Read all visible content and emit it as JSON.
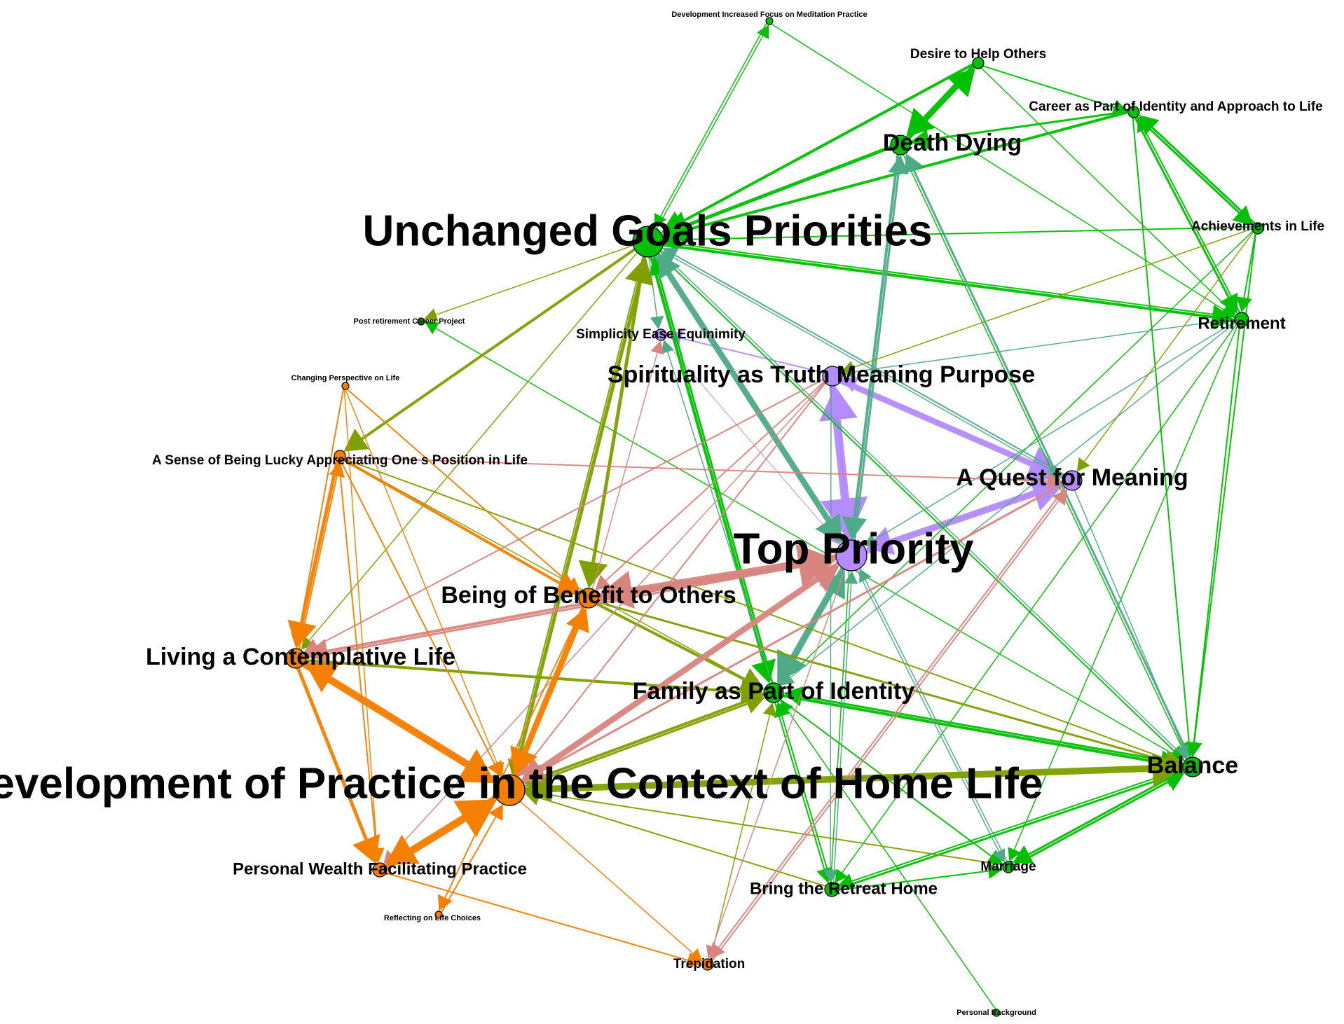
{
  "colors": {
    "green": "#00C000",
    "olive": "#7FA000",
    "teal": "#4FAA88",
    "purple": "#B48CFF",
    "pink": "#D9857F",
    "orange": "#F57F00"
  },
  "nodes": [
    {
      "id": "unchanged",
      "label": "Unchanged Goals Priorities",
      "color": "green",
      "size": "xl"
    },
    {
      "id": "top",
      "label": "Top Priority",
      "color": "purple",
      "size": "xl"
    },
    {
      "id": "devpractice",
      "label": "Development of Practice in the Context of Home Life",
      "color": "orange",
      "size": "xl"
    },
    {
      "id": "death",
      "label": "Death Dying",
      "color": "green",
      "size": "l"
    },
    {
      "id": "desire",
      "label": "Desire to Help Others",
      "color": "green",
      "size": "s"
    },
    {
      "id": "career",
      "label": "Career as Part of Identity and Approach to Life",
      "color": "green",
      "size": "s"
    },
    {
      "id": "achieve",
      "label": "Achievements in Life",
      "color": "green",
      "size": "s"
    },
    {
      "id": "retire",
      "label": "Retirement",
      "color": "green",
      "size": "m"
    },
    {
      "id": "incfocus",
      "label": "Development  Increased Focus on Meditation Practice",
      "color": "green",
      "size": "xs"
    },
    {
      "id": "postret",
      "label": "Post retirement Career Project",
      "color": "green",
      "size": "xs"
    },
    {
      "id": "simplicity",
      "label": "Simplicity  Ease  Equinimity",
      "color": "purple",
      "size": "s"
    },
    {
      "id": "spirit",
      "label": "Spirituality as Truth  Meaning  Purpose",
      "color": "purple",
      "size": "l"
    },
    {
      "id": "quest",
      "label": "A Quest for Meaning",
      "color": "purple",
      "size": "l"
    },
    {
      "id": "changing",
      "label": "Changing Perspective on Life",
      "color": "orange",
      "size": "xs"
    },
    {
      "id": "lucky",
      "label": "A Sense of Being Lucky Appreciating  One s Position in Life",
      "color": "orange",
      "size": "s"
    },
    {
      "id": "benefit",
      "label": "Being of Benefit to Others",
      "color": "orange",
      "size": "l"
    },
    {
      "id": "contemp",
      "label": "Living a Contemplative Life",
      "color": "orange",
      "size": "l"
    },
    {
      "id": "family",
      "label": "Family as Part of Identity",
      "color": "green",
      "size": "l"
    },
    {
      "id": "balance",
      "label": "Balance",
      "color": "green",
      "size": "l"
    },
    {
      "id": "wealth",
      "label": "Personal Wealth Facilitating Practice",
      "color": "orange",
      "size": "m"
    },
    {
      "id": "reflect",
      "label": "Reflecting on Life Choices",
      "color": "orange",
      "size": "xs"
    },
    {
      "id": "retreat",
      "label": "Bring the Retreat Home",
      "color": "green",
      "size": "m"
    },
    {
      "id": "marriage",
      "label": "Marriage",
      "color": "green",
      "size": "s"
    },
    {
      "id": "trep",
      "label": "Trepidation",
      "color": "orange",
      "size": "s"
    },
    {
      "id": "background",
      "label": "Personal Background",
      "color": "green",
      "size": "xs"
    }
  ],
  "edges": [
    [
      "spirit",
      "top",
      "purple",
      9
    ],
    [
      "top",
      "spirit",
      "purple",
      7
    ],
    [
      "spirit",
      "quest",
      "purple",
      7
    ],
    [
      "quest",
      "top",
      "purple",
      5
    ],
    [
      "top",
      "quest",
      "purple",
      6
    ],
    [
      "spirit",
      "simplicity",
      "purple",
      2
    ],
    [
      "simplicity",
      "top",
      "purple",
      1
    ],
    [
      "quest",
      "spirit",
      "purple",
      2
    ],
    [
      "death",
      "unchanged",
      "green",
      5
    ],
    [
      "desire",
      "unchanged",
      "green",
      4
    ],
    [
      "desire",
      "death",
      "green",
      5
    ],
    [
      "death",
      "desire",
      "green",
      5
    ],
    [
      "career",
      "unchanged",
      "green",
      4
    ],
    [
      "career",
      "death",
      "green",
      3
    ],
    [
      "desire",
      "career",
      "green",
      2
    ],
    [
      "career",
      "achieve",
      "green",
      3
    ],
    [
      "achieve",
      "career",
      "green",
      3
    ],
    [
      "career",
      "retire",
      "green",
      3
    ],
    [
      "retire",
      "career",
      "green",
      2
    ],
    [
      "achieve",
      "retire",
      "green",
      2
    ],
    [
      "unchanged",
      "retire",
      "green",
      4
    ],
    [
      "achieve",
      "unchanged",
      "green",
      2
    ],
    [
      "retire",
      "unchanged",
      "green",
      2
    ],
    [
      "incfocus",
      "unchanged",
      "green",
      1.5
    ],
    [
      "unchanged",
      "incfocus",
      "green",
      1.5
    ],
    [
      "incfocus",
      "retire",
      "green",
      1.5
    ],
    [
      "unchanged",
      "family",
      "green",
      4
    ],
    [
      "family",
      "unchanged",
      "green",
      3
    ],
    [
      "unchanged",
      "balance",
      "green",
      2
    ],
    [
      "desire",
      "retire",
      "green",
      1.5
    ],
    [
      "career",
      "balance",
      "green",
      2
    ],
    [
      "achieve",
      "balance",
      "green",
      2
    ],
    [
      "retire",
      "balance",
      "green",
      2
    ],
    [
      "retire",
      "marriage",
      "green",
      1.5
    ],
    [
      "achieve",
      "family",
      "green",
      1.5
    ],
    [
      "family",
      "balance",
      "green",
      4
    ],
    [
      "balance",
      "family",
      "green",
      3
    ],
    [
      "balance",
      "marriage",
      "green",
      3
    ],
    [
      "marriage",
      "balance",
      "green",
      3
    ],
    [
      "retreat",
      "balance",
      "green",
      3
    ],
    [
      "balance",
      "retreat",
      "green",
      2
    ],
    [
      "retreat",
      "marriage",
      "green",
      2
    ],
    [
      "family",
      "retreat",
      "green",
      2
    ],
    [
      "retreat",
      "family",
      "green",
      2
    ],
    [
      "family",
      "marriage",
      "green",
      2
    ],
    [
      "background",
      "family",
      "green",
      1.5
    ],
    [
      "balance",
      "postret",
      "green",
      1.5
    ],
    [
      "retire",
      "retreat",
      "green",
      1.5
    ],
    [
      "death",
      "balance",
      "green",
      1.5
    ],
    [
      "top",
      "retreat",
      "green",
      1.5
    ],
    [
      "death",
      "top",
      "teal",
      4
    ],
    [
      "top",
      "death",
      "teal",
      3
    ],
    [
      "top",
      "family",
      "teal",
      6
    ],
    [
      "family",
      "top",
      "teal",
      5
    ],
    [
      "unchanged",
      "top",
      "teal",
      5
    ],
    [
      "top",
      "unchanged",
      "teal",
      4
    ],
    [
      "quest",
      "unchanged",
      "teal",
      2
    ],
    [
      "unchanged",
      "quest",
      "teal",
      1.5
    ],
    [
      "balance",
      "unchanged",
      "teal",
      1.5
    ],
    [
      "balance",
      "death",
      "teal",
      3
    ],
    [
      "top",
      "marriage",
      "teal",
      1.5
    ],
    [
      "marriage",
      "top",
      "teal",
      1.5
    ],
    [
      "quest",
      "balance",
      "teal",
      1.5
    ],
    [
      "retire",
      "spirit",
      "teal",
      1.5
    ],
    [
      "retire",
      "top",
      "teal",
      1.5
    ],
    [
      "retire",
      "family",
      "teal",
      1.5
    ],
    [
      "retreat",
      "top",
      "teal",
      1.5
    ],
    [
      "spirit",
      "retreat",
      "teal",
      1.5
    ],
    [
      "unchanged",
      "simplicity",
      "teal",
      1.5
    ],
    [
      "family",
      "simplicity",
      "teal",
      1.5
    ],
    [
      "unchanged",
      "lucky",
      "olive",
      4
    ],
    [
      "unchanged",
      "benefit",
      "olive",
      5
    ],
    [
      "devpractice",
      "unchanged",
      "olive",
      5
    ],
    [
      "unchanged",
      "postret",
      "olive",
      1.5
    ],
    [
      "unchanged",
      "contemp",
      "olive",
      1.5
    ],
    [
      "unchanged",
      "devpractice",
      "olive",
      2
    ],
    [
      "contemp",
      "family",
      "olive",
      4
    ],
    [
      "benefit",
      "family",
      "olive",
      4
    ],
    [
      "benefit",
      "balance",
      "olive",
      3
    ],
    [
      "devpractice",
      "balance",
      "olive",
      6
    ],
    [
      "balance",
      "devpractice",
      "olive",
      5
    ],
    [
      "family",
      "devpractice",
      "olive",
      4
    ],
    [
      "devpractice",
      "family",
      "olive",
      3
    ],
    [
      "lucky",
      "balance",
      "olive",
      2
    ],
    [
      "achieve",
      "quest",
      "olive",
      1.5
    ],
    [
      "achieve",
      "spirit",
      "olive",
      1.5
    ],
    [
      "lucky",
      "family",
      "olive",
      1.5
    ],
    [
      "retreat",
      "devpractice",
      "olive",
      2
    ],
    [
      "trep",
      "family",
      "olive",
      1.5
    ],
    [
      "marriage",
      "devpractice",
      "olive",
      2
    ],
    [
      "benefit",
      "top",
      "pink",
      8
    ],
    [
      "top",
      "benefit",
      "pink",
      7
    ],
    [
      "devpractice",
      "top",
      "pink",
      5
    ],
    [
      "top",
      "devpractice",
      "pink",
      4
    ],
    [
      "top",
      "contemp",
      "pink",
      4
    ],
    [
      "contemp",
      "top",
      "pink",
      3
    ],
    [
      "quest",
      "devpractice",
      "pink",
      3
    ],
    [
      "spirit",
      "devpractice",
      "pink",
      2
    ],
    [
      "spirit",
      "contemp",
      "pink",
      2
    ],
    [
      "lucky",
      "quest",
      "pink",
      2
    ],
    [
      "benefit",
      "simplicity",
      "pink",
      1.5
    ],
    [
      "spirit",
      "benefit",
      "pink",
      2
    ],
    [
      "quest",
      "trep",
      "pink",
      2
    ],
    [
      "trep",
      "quest",
      "pink",
      2
    ],
    [
      "top",
      "trep",
      "pink",
      1.5
    ],
    [
      "spirit",
      "wealth",
      "pink",
      1.5
    ],
    [
      "lucky",
      "contemp",
      "orange",
      5
    ],
    [
      "changing",
      "contemp",
      "orange",
      2
    ],
    [
      "changing",
      "benefit",
      "orange",
      2
    ],
    [
      "changing",
      "devpractice",
      "orange",
      1.5
    ],
    [
      "changing",
      "wealth",
      "orange",
      1.5
    ],
    [
      "lucky",
      "benefit",
      "orange",
      4
    ],
    [
      "lucky",
      "wealth",
      "orange",
      2
    ],
    [
      "lucky",
      "devpractice",
      "orange",
      2
    ],
    [
      "benefit",
      "devpractice",
      "orange",
      5
    ],
    [
      "devpractice",
      "benefit",
      "orange",
      4
    ],
    [
      "contemp",
      "devpractice",
      "orange",
      7
    ],
    [
      "devpractice",
      "contemp",
      "orange",
      6
    ],
    [
      "contemp",
      "wealth",
      "orange",
      5
    ],
    [
      "wealth",
      "devpractice",
      "orange",
      8
    ],
    [
      "devpractice",
      "wealth",
      "orange",
      6
    ],
    [
      "reflect",
      "devpractice",
      "orange",
      2
    ],
    [
      "benefit",
      "reflect",
      "orange",
      2
    ],
    [
      "wealth",
      "trep",
      "orange",
      2
    ],
    [
      "devpractice",
      "trep",
      "orange",
      1.5
    ],
    [
      "contemp",
      "lucky",
      "orange",
      2
    ]
  ]
}
